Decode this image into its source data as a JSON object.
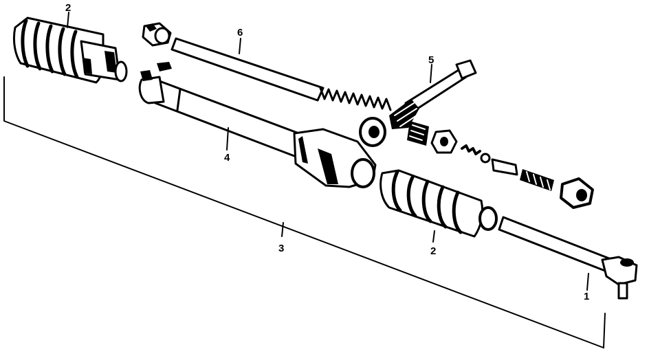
{
  "diagram": {
    "colors": {
      "ink": "#000000",
      "paper": "#ffffff"
    },
    "callouts": [
      {
        "id": "c1",
        "label": "1"
      },
      {
        "id": "c2a",
        "label": "2"
      },
      {
        "id": "c2b",
        "label": "2"
      },
      {
        "id": "c3",
        "label": "3"
      },
      {
        "id": "c4",
        "label": "4"
      },
      {
        "id": "c5",
        "label": "5"
      },
      {
        "id": "c6",
        "label": "6"
      }
    ]
  }
}
